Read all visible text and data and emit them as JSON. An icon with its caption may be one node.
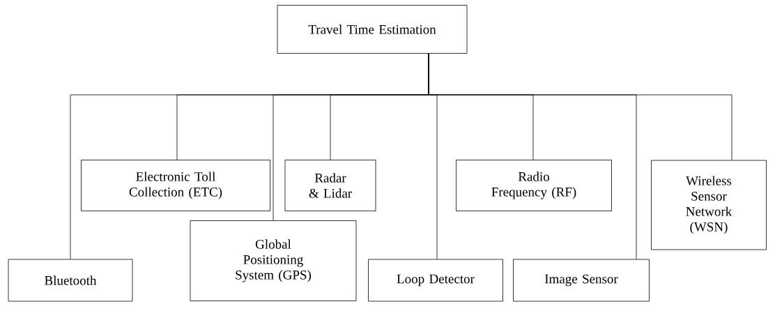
{
  "diagram": {
    "nodes": [
      {
        "text": [
          "Travel Time Estimation"
        ]
      },
      {
        "text": [
          "Bluetooth"
        ]
      },
      {
        "text": [
          "Electronic Toll Collection (ETC)"
        ]
      },
      {
        "text": [
          "Global Positioning System (GPS)"
        ]
      },
      {
        "text": [
          "Radar & Lidar"
        ]
      },
      {
        "text": [
          "Loop Detector"
        ]
      },
      {
        "text": [
          "Radio Frequency (RF)"
        ]
      },
      {
        "text": [
          "Image Sensor"
        ]
      },
      {
        "text": [
          "Wireless Sensor Network (WSN)"
        ]
      }
    ],
    "edges": [
      {
        "from": 0,
        "to": 1,
        "arrow": "none"
      },
      {
        "from": 0,
        "to": 2,
        "arrow": "none"
      },
      {
        "from": 0,
        "to": 3,
        "arrow": "none"
      },
      {
        "from": 0,
        "to": 4,
        "arrow": "none"
      },
      {
        "from": 0,
        "to": 5,
        "arrow": "none"
      },
      {
        "from": 0,
        "to": 6,
        "arrow": "none"
      },
      {
        "from": 0,
        "to": 7,
        "arrow": "none"
      },
      {
        "from": 0,
        "to": 8,
        "arrow": "none"
      }
    ]
  }
}
